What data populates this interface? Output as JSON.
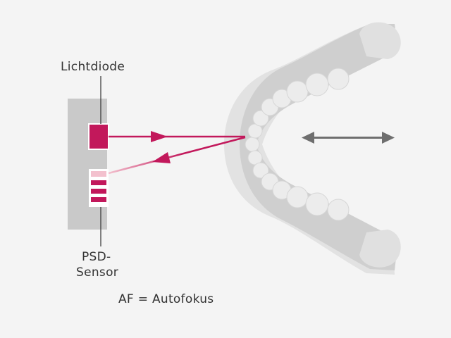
{
  "labels": {
    "light_diode": "Lichtdiode",
    "psd_line1": "PSD-",
    "psd_line2": "Sensor",
    "footnote": "AF = Autofokus"
  },
  "colors": {
    "background": "#f4f4f4",
    "sensor_body": "#c9c9c9",
    "emitter": "#c2185b",
    "reflected_light": "#f3c1ce",
    "jaw_outer": "#dcdcdc",
    "jaw_inner": "#c8c8c8",
    "teeth": "#ebebeb",
    "motion_arrow": "#6e6e6e",
    "text": "#333333"
  },
  "icons": {
    "direction_arrow": "double-arrow-horizontal"
  }
}
